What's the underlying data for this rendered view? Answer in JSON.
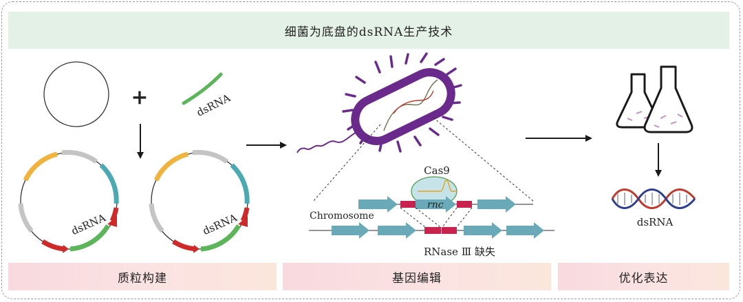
{
  "title": "细菌为底盘的dsRNA生产技术",
  "sections": [
    "质粒构建",
    "基因编辑",
    "优化表达"
  ],
  "labels": {
    "dsrna_top": "dsRNA",
    "dsrna_plasmid_1": "dsRNA",
    "dsrna_plasmid_2": "dsRNA",
    "cas9": "Cas9",
    "rnc": "rnc",
    "chromosome": "Chromosome",
    "rnase_deletion": "RNase Ⅲ 缺失",
    "dsrna_product": "dsRNA"
  },
  "symbols": {
    "plus": "+"
  },
  "colors": {
    "title_band": "#e4f1e7",
    "section_band": "#f9dde0",
    "bacterium": "#6a2a8c",
    "dsrna": "#5db55b",
    "arrow_gene": "#6aaab8",
    "rnc_box": "#c8234f",
    "cas9": "#c6e3ea",
    "plasmid_yellow": "#f0b33e",
    "plasmid_gray": "#c4c4c4",
    "plasmid_teal": "#4ba9b2",
    "plasmid_red": "#cf2a2a"
  }
}
